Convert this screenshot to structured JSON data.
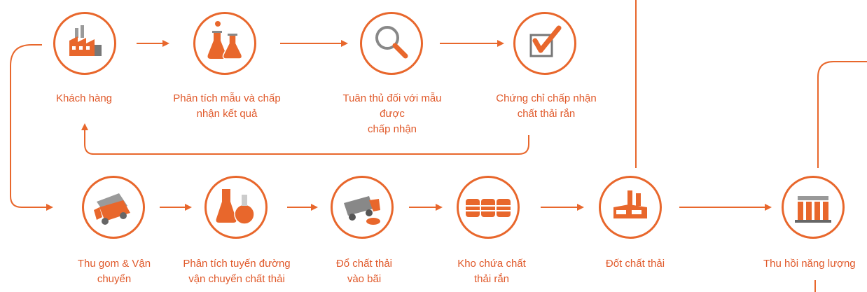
{
  "colors": {
    "accent": "#e8672c",
    "text": "#e0592a",
    "icon_dark": "#8a8a8a"
  },
  "steps": [
    {
      "id": "customer",
      "label": "Khách hàng",
      "icon": "factory-icon"
    },
    {
      "id": "analysis",
      "label": "Phân tích mẫu và chấp\nnhận kết quả",
      "icon": "lab-flasks-icon"
    },
    {
      "id": "compliance",
      "label": "Tuân thủ đối với mẫu được\nchấp nhận",
      "icon": "magnifier-icon"
    },
    {
      "id": "certificate",
      "label": "Chứng chỉ chấp nhận\nchất thải rắn",
      "icon": "checkbox-check-icon"
    },
    {
      "id": "collection",
      "label": "Thu gom & Vận\nchuyển",
      "icon": "truck-icon"
    },
    {
      "id": "route",
      "label": "Phân tích tuyến đường\nvận chuyển chất thải",
      "icon": "beaker-flask-icon"
    },
    {
      "id": "dumping",
      "label": "Đổ chất thải\nvào bãi",
      "icon": "dump-truck-icon"
    },
    {
      "id": "storage",
      "label": "Kho chứa chất\nthải rắn",
      "icon": "barrels-icon"
    },
    {
      "id": "incineration",
      "label": "Đốt chất thải",
      "icon": "incinerator-icon"
    },
    {
      "id": "energy",
      "label": "Thu hồi năng lượng",
      "icon": "energy-plant-icon"
    }
  ]
}
